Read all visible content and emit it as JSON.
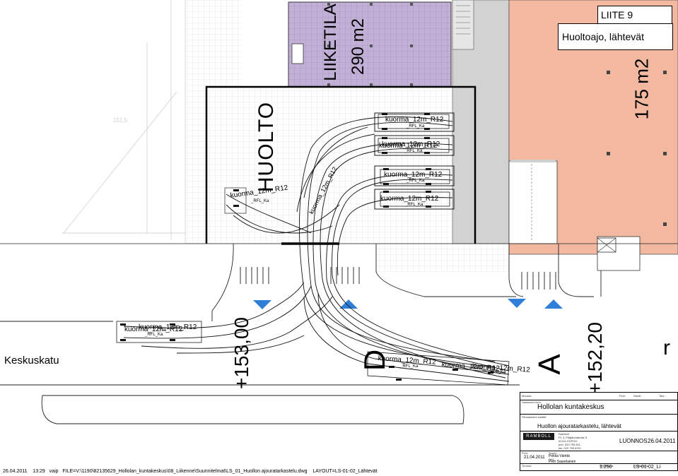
{
  "sheet": {
    "liite": "LIITE 9",
    "subtitle": "Huoltoajo, lähtevät"
  },
  "areas": {
    "liiketila_label": "LIIKETILA",
    "liiketila_area": "290 m2",
    "right_area": "175 m2",
    "huolto_label": "HUOLTO",
    "street_name": "Keskuskatu",
    "level_left": "+153,00",
    "level_right": "+152,20",
    "ghost_level": "151,5",
    "cut_letter_left": "D",
    "cut_letter_right": "A",
    "cut_letter_edge": "r"
  },
  "vehicles": {
    "truck_label": "kuorma_12m_R12",
    "truck_sublabel": "_RFL_Ka",
    "overlap_label_1": "kuorma_12m_R12",
    "overlap_label_2": "kuorma_12m_R12",
    "diagonal_label": "kuorma_12m_R12"
  },
  "title_block": {
    "header_cols": [
      "Muutos:",
      "Pvm:",
      "Sisält.:",
      "Tark.:"
    ],
    "project_caption": "Hankkeen nimi:",
    "project_name": "Hollolan kuntakeskus",
    "drawing_caption": "Piirustuksen sisältö:",
    "drawing_name": "Huollon ajouratarkastelu, lähtevät",
    "company": "RAMBOLL",
    "address": [
      "Ramboll",
      "PL 3, Pitäjänmäentie 5",
      "02241 ESPOO",
      "puh. 020 755 611",
      "fax. 020 755 6201"
    ],
    "status": "LUONNOS",
    "status_date": "26.04.2011",
    "date_caption": "Pvm:",
    "date": "21.04.2011",
    "designer_caption": "Suunn.",
    "designer": "Pekka Vänttä",
    "drafter_caption": "Piirt.",
    "drafter": "Petri Saarelainen",
    "scale_caption": "Mittakaava",
    "scale": "1:250",
    "number_caption": "Piirustusnro",
    "number": "LS-01-02_Li",
    "tunnus_caption": "Tunnus:"
  },
  "footer": {
    "date": "26.04.2011",
    "time": "13:29",
    "user": "vaip",
    "file": "FILE=V:\\1190\\82135629_Hollolan_kuntakeskus\\08_Liikenne\\Suunnitelmat\\LS_01_Huollon ajouratarkastelu.dwg",
    "layout": "LAYOUT=LS-01-02_Lähtevät"
  },
  "colors": {
    "liiketila_fill": "#c2b0d6",
    "right_building_fill": "#f3b9a0",
    "grid_line": "#d8d8d8",
    "arrow_blue": "#2f7ed8",
    "line": "#111111"
  }
}
